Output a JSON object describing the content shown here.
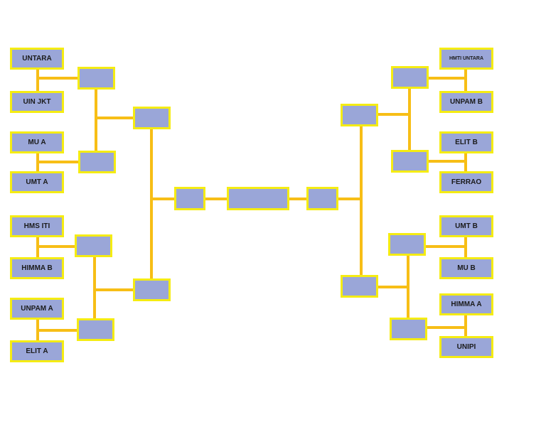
{
  "colors": {
    "connector": "#f7be16",
    "box_fill": "#9aa6d8",
    "box_border": "#f5ec12",
    "text": "#1b1b1b"
  },
  "left_teams": [
    "UNTARA",
    "UIN JKT",
    "MU A",
    "UMT A",
    "HMS ITI",
    "HIMMA B",
    "UNPAM A",
    "ELIT A"
  ],
  "right_teams": [
    "HMTI UNTARA",
    "UNPAM B",
    "ELIT B",
    "FERRAO",
    "UMT B",
    "MU B",
    "HIMMA A",
    "UNIPI"
  ]
}
